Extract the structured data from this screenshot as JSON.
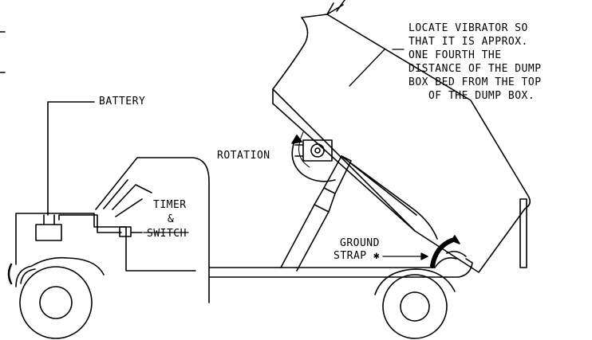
{
  "labels": {
    "battery": "BATTERY",
    "rotation": "ROTATION",
    "timer_switch": [
      "TIMER",
      "&",
      "SWITCH"
    ],
    "ground_strap": [
      "GROUND",
      "STRAP ✱"
    ],
    "locate_note": [
      "LOCATE VIBRATOR SO",
      "THAT IT IS APPROX.",
      "ONE FOURTH THE",
      "DISTANCE OF THE DUMP",
      "BOX BED FROM THE TOP",
      "   OF THE DUMP BOX."
    ]
  },
  "colors": {
    "line": "#000000",
    "background": "#ffffff"
  }
}
